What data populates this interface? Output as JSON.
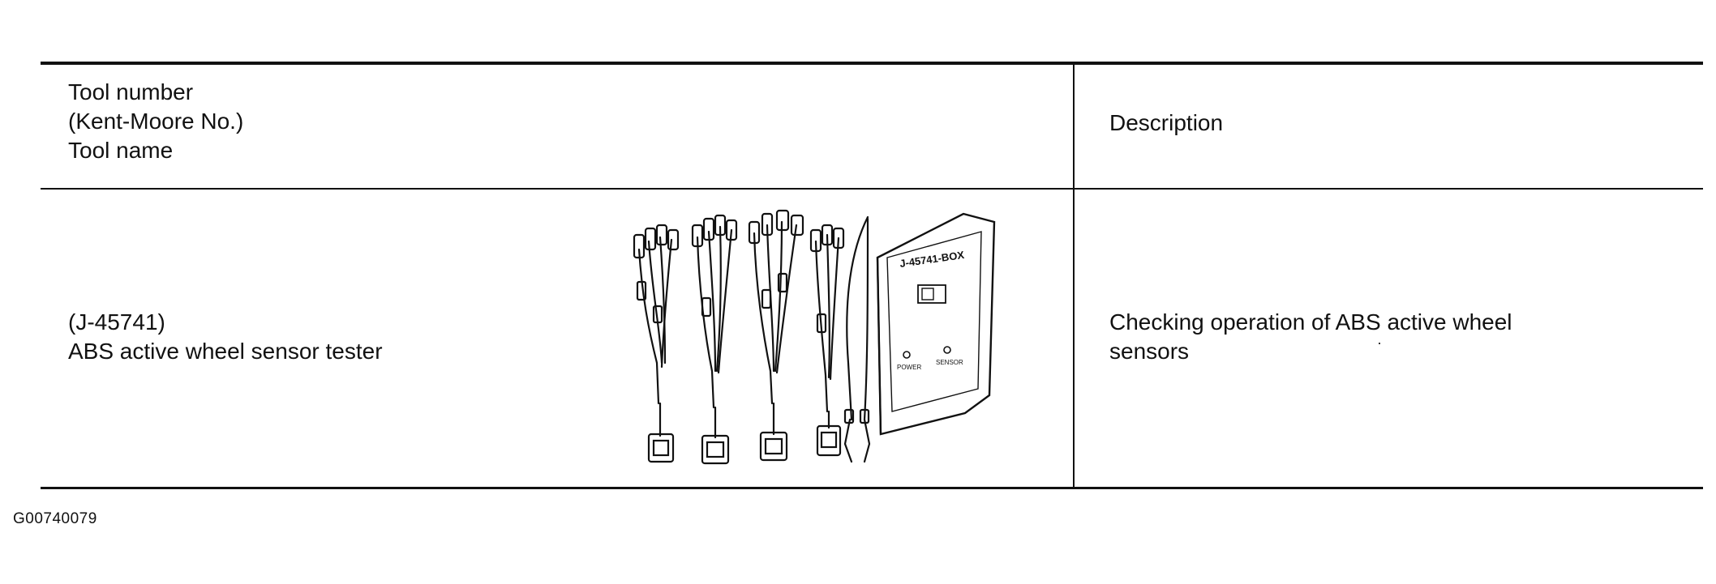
{
  "table": {
    "header": {
      "tool_lines": [
        "Tool number",
        "(Kent-Moore No.)",
        "Tool name"
      ],
      "description": "Description"
    },
    "rows": [
      {
        "tool_lines": [
          "(J-45741)",
          "ABS active wheel sensor tester"
        ],
        "description_lines": [
          "Checking operation of ABS active wheel",
          "sensors"
        ],
        "illustration": {
          "box_label": "J-45741-BOX",
          "indicator_labels": [
            "POWER",
            "SENSOR"
          ]
        }
      }
    ]
  },
  "figure_id": "G00740079"
}
